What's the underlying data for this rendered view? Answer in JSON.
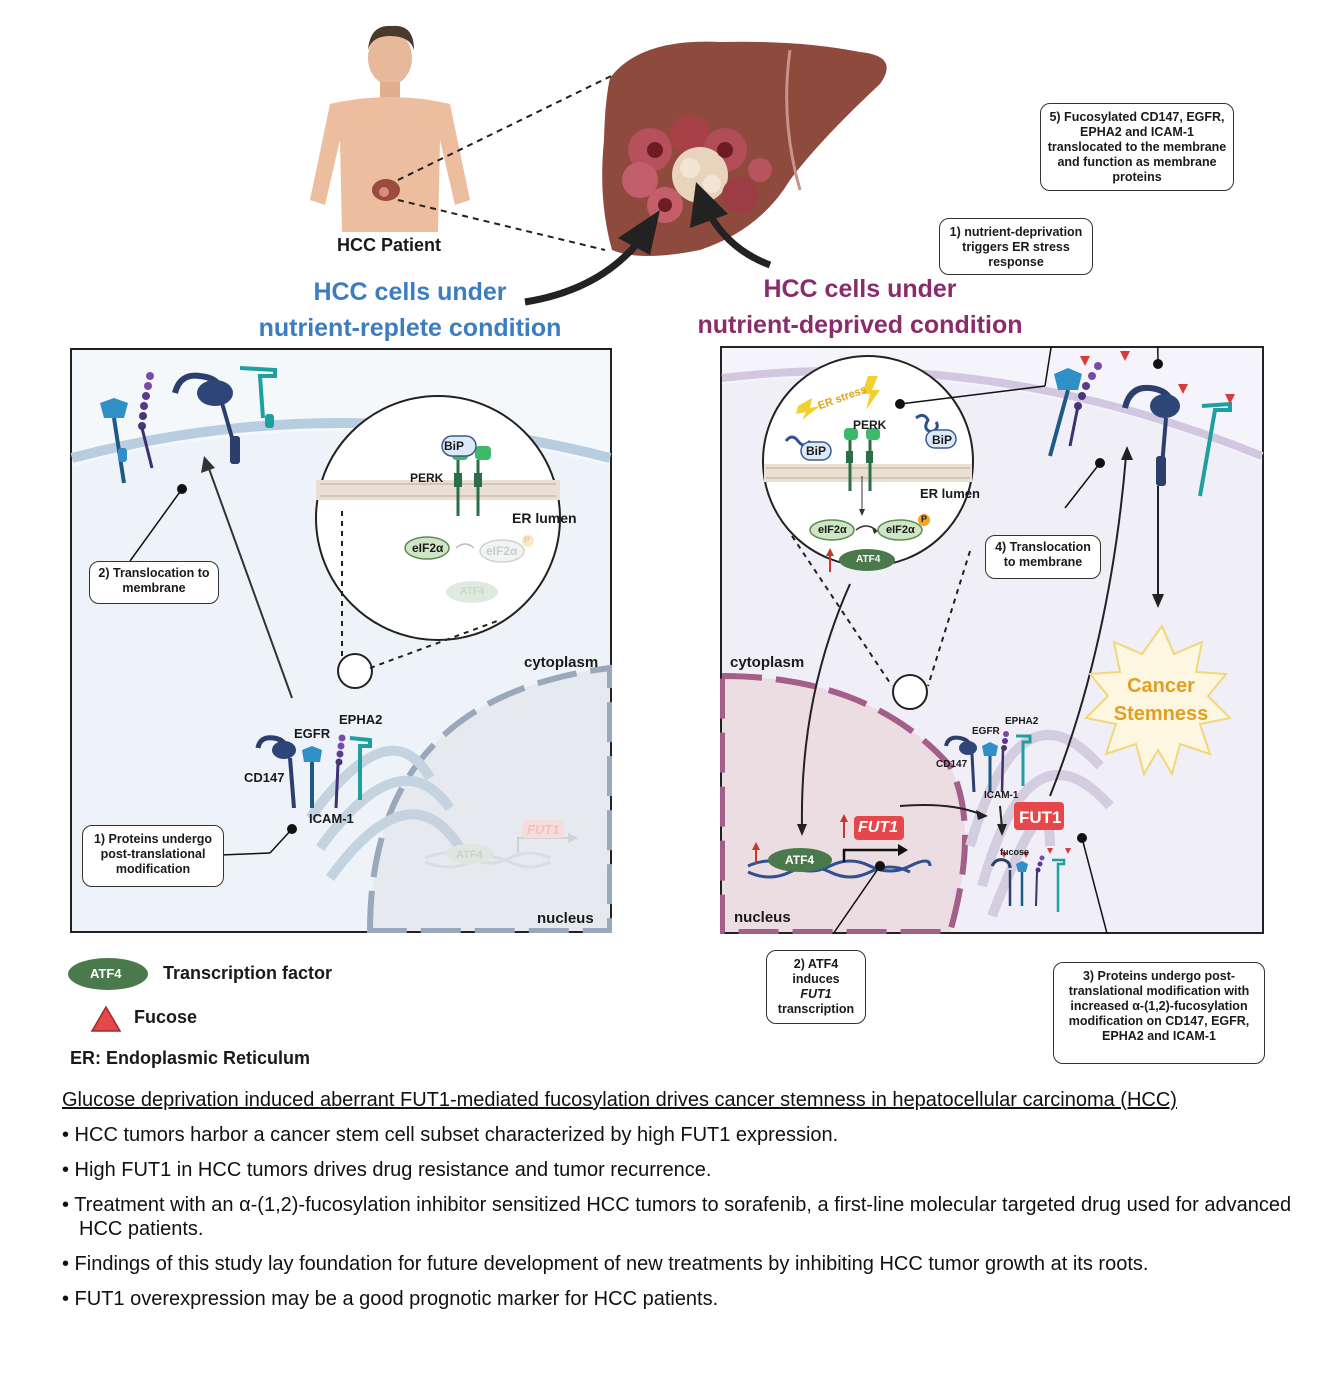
{
  "patient_label": "HCC Patient",
  "left_title_line1": "HCC cells under",
  "left_title_line2": "nutrient-replete condition",
  "right_title_line1": "HCC cells under",
  "right_title_line2": "nutrient-deprived condition",
  "left_panel": {
    "callout_translocation": "2) Translocation to membrane",
    "callout_ptm": "1) Proteins undergo post-translational modification",
    "bip": "BiP",
    "perk": "PERK",
    "er_lumen": "ER lumen",
    "eif2a": "eIF2α",
    "eif2a_p": "eIF2α",
    "phospho": "P",
    "atf4_faded": "ATF4",
    "fut1_faded": "FUT1",
    "atf4_nucleus_faded": "ATF4",
    "cytoplasm": "cytoplasm",
    "nucleus": "nucleus",
    "cd147": "CD147",
    "egfr": "EGFR",
    "epha2": "EPHA2",
    "icam1": "ICAM-1"
  },
  "right_panel": {
    "callout_er_stress": "1) nutrient-deprivation triggers ER stress response",
    "callout_fucosylated": "5) Fucosylated CD147, EGFR, EPHA2 and ICAM-1 translocated to the membrane and function as membrane proteins",
    "callout_translocation": "4) Translocation to membrane",
    "callout_atf4_prefix": "2) ATF4 induces",
    "callout_atf4_gene": "FUT1",
    "callout_atf4_suffix": "transcription",
    "callout_ptm": "3) Proteins undergo post-translational modification with increased α-(1,2)-fucosylation modification on CD147, EGFR, EPHA2 and ICAM-1",
    "er_stress": "ER stress",
    "bip_left": "BiP",
    "bip_right": "BiP",
    "perk": "PERK",
    "er_lumen": "ER lumen",
    "eif2a": "eIF2α",
    "eif2a_p": "eIF2α",
    "phospho": "P",
    "atf4_circle": "ATF4",
    "cytoplasm": "cytoplasm",
    "nucleus": "nucleus",
    "fut1_gene": "FUT1",
    "atf4_nucleus": "ATF4",
    "fut1_protein": "FUT1",
    "fucose_small": "fucose",
    "egfr": "EGFR",
    "epha2": "EPHA2",
    "cd147": "CD147",
    "icam1": "ICAM-1",
    "stemness_line1": "Cancer",
    "stemness_line2": "Stemness"
  },
  "legend": {
    "atf4_symbol": "ATF4",
    "tf_label": "Transcription factor",
    "fucose_label": "Fucose",
    "er_def": "ER: Endoplasmic Reticulum"
  },
  "summary": {
    "title": "Glucose deprivation induced aberrant FUT1-mediated fucosylation drives cancer stemness in hepatocellular carcinoma (HCC)",
    "bullets": [
      "• HCC tumors harbor a cancer stem cell subset characterized by high FUT1 expression.",
      "• High FUT1 in HCC tumors drives drug resistance and tumor recurrence.",
      "• Treatment with an α-(1,2)-fucosylation inhibitor sensitized HCC tumors to sorafenib, a first-line molecular targeted drug used for advanced HCC patients.",
      "• Findings of this study lay foundation for future development of new treatments by inhibiting HCC tumor growth at its roots.",
      "• FUT1 overexpression may be a good prognotic marker for HCC patients."
    ]
  },
  "colors": {
    "blue_title": "#3b7dc0",
    "purple_title": "#8a2c6b",
    "atf4_green": "#4a7a4c",
    "fut1_red": "#e5474b",
    "fucose_red": "#d93a3a",
    "stemness_orange": "#e0a020"
  }
}
